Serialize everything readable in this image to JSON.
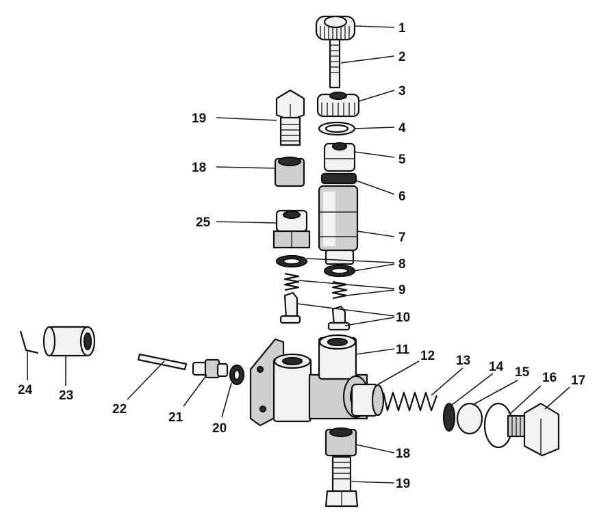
{
  "diagram": {
    "labels": [
      {
        "id": "l1",
        "text": "1"
      },
      {
        "id": "l2",
        "text": "2"
      },
      {
        "id": "l3",
        "text": "3"
      },
      {
        "id": "l4",
        "text": "4"
      },
      {
        "id": "l5",
        "text": "5"
      },
      {
        "id": "l6",
        "text": "6"
      },
      {
        "id": "l7",
        "text": "7"
      },
      {
        "id": "l8",
        "text": "8"
      },
      {
        "id": "l9",
        "text": "9"
      },
      {
        "id": "l10",
        "text": "10"
      },
      {
        "id": "l11",
        "text": "11"
      },
      {
        "id": "l12",
        "text": "12"
      },
      {
        "id": "l13",
        "text": "13"
      },
      {
        "id": "l14",
        "text": "14"
      },
      {
        "id": "l15",
        "text": "15"
      },
      {
        "id": "l16",
        "text": "16"
      },
      {
        "id": "l17",
        "text": "17"
      },
      {
        "id": "l18a",
        "text": "18"
      },
      {
        "id": "l18b",
        "text": "18"
      },
      {
        "id": "l19a",
        "text": "19"
      },
      {
        "id": "l19b",
        "text": "19"
      },
      {
        "id": "l20",
        "text": "20"
      },
      {
        "id": "l21",
        "text": "21"
      },
      {
        "id": "l22",
        "text": "22"
      },
      {
        "id": "l23",
        "text": "23"
      },
      {
        "id": "l24",
        "text": "24"
      },
      {
        "id": "l25",
        "text": "25"
      }
    ]
  }
}
